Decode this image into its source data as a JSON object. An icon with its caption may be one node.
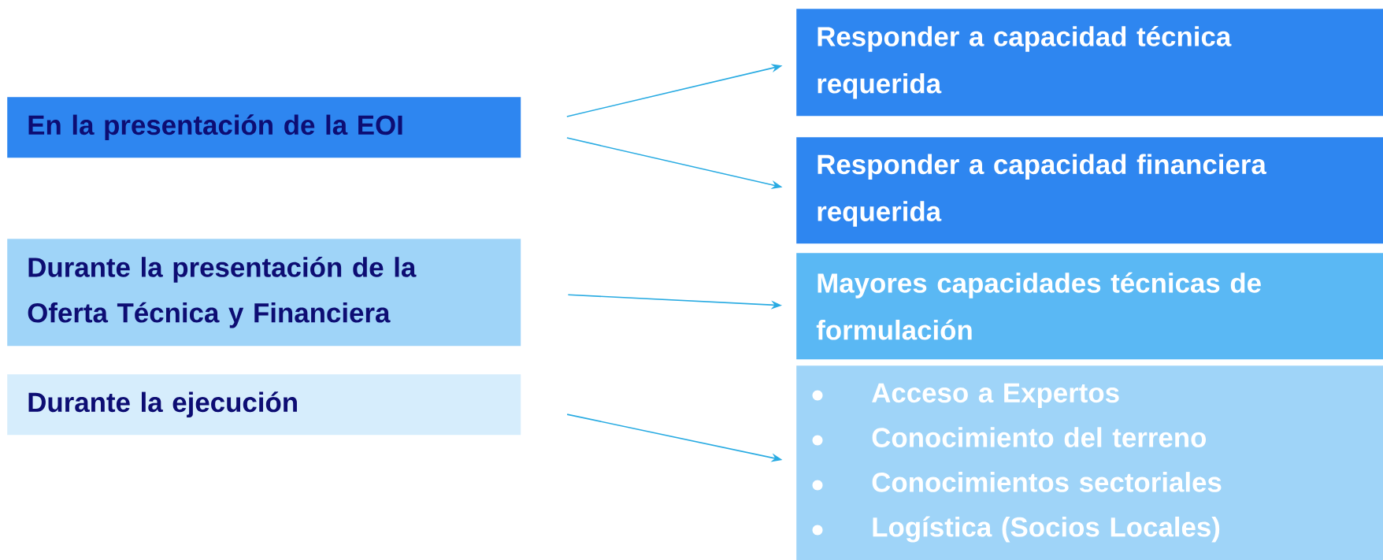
{
  "diagram": {
    "nodes": [
      {
        "text": [
          "En la presentación de la EOI"
        ]
      },
      {
        "text": [
          "Durante la presentación de la Oferta Técnica y Financiera"
        ]
      },
      {
        "text": [
          "Durante la ejecución"
        ]
      },
      {
        "text": [
          "Responder a capacidad técnica requerida"
        ]
      },
      {
        "text": [
          "Responder a capacidad financiera requerida"
        ]
      },
      {
        "text": [
          "Mayores capacidades técnicas de formulación"
        ]
      },
      {
        "text": [
          "Acceso a Expertos",
          "Conocimiento del terreno",
          "Conocimientos sectoriales",
          "Logística (Socios Locales)"
        ]
      }
    ],
    "edges": [
      {
        "from": 0,
        "to": 3,
        "arrow": "to"
      },
      {
        "from": 0,
        "to": 4,
        "arrow": "to"
      },
      {
        "from": 1,
        "to": 5,
        "arrow": "to"
      },
      {
        "from": 2,
        "to": 6,
        "arrow": "to"
      }
    ]
  }
}
